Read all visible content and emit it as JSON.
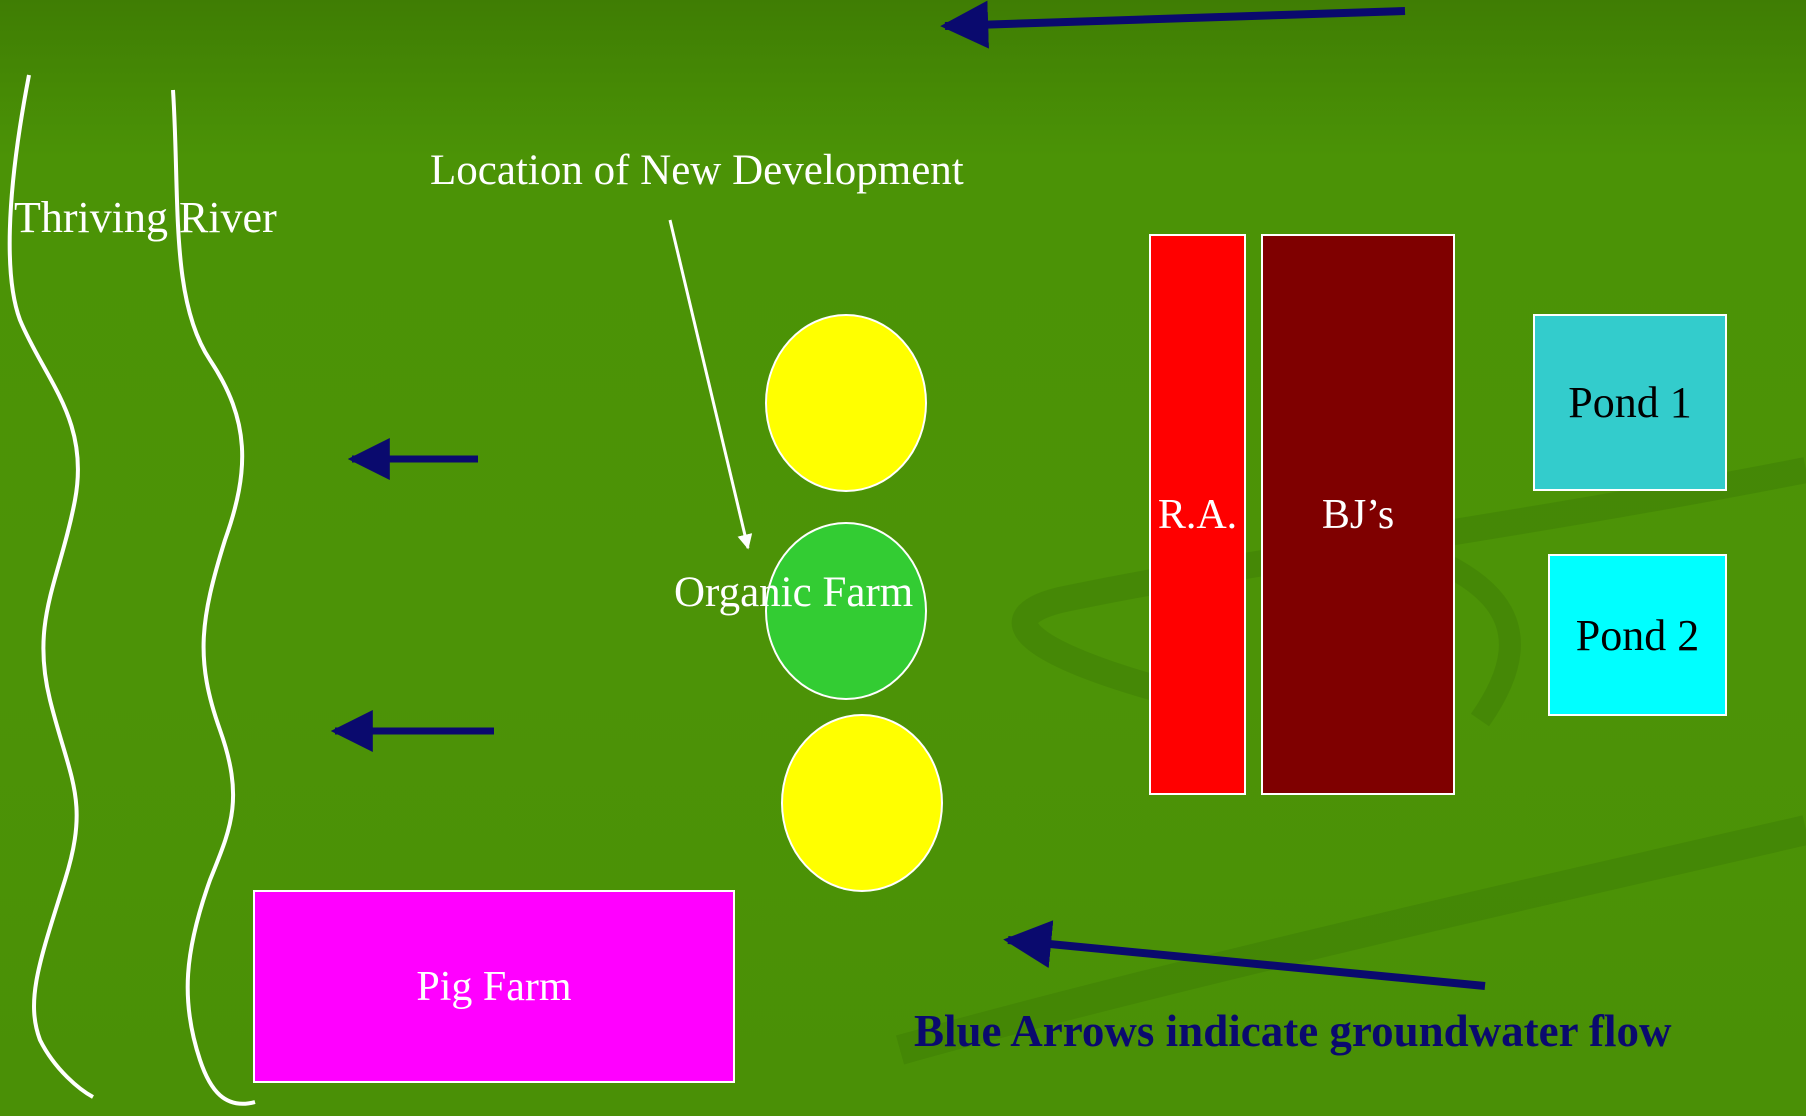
{
  "labels": {
    "river": "Thriving River",
    "new_development": "Location of New Development",
    "organic_farm": "Organic Farm",
    "ra": "R.A.",
    "bjs": "BJ’s",
    "pond1": "Pond 1",
    "pond2": "Pond 2",
    "pig_farm": "Pig Farm",
    "legend": "Blue Arrows indicate groundwater flow"
  },
  "colors": {
    "background": "#4a9106",
    "arrow_blue": "#0a0a6e",
    "river_line": "#ffffff",
    "yellow_circle": "#ffff00",
    "green_circle": "#33cc33",
    "ra_box": "#ff0000",
    "bjs_box": "#7f0000",
    "pond1": "#33cccc",
    "pond2": "#00ffff",
    "pig_farm": "#ff00ff"
  },
  "icons": {
    "groundwater_arrow": "left-pointing-arrow-icon",
    "pointer_arrow": "down-arrow-icon"
  }
}
